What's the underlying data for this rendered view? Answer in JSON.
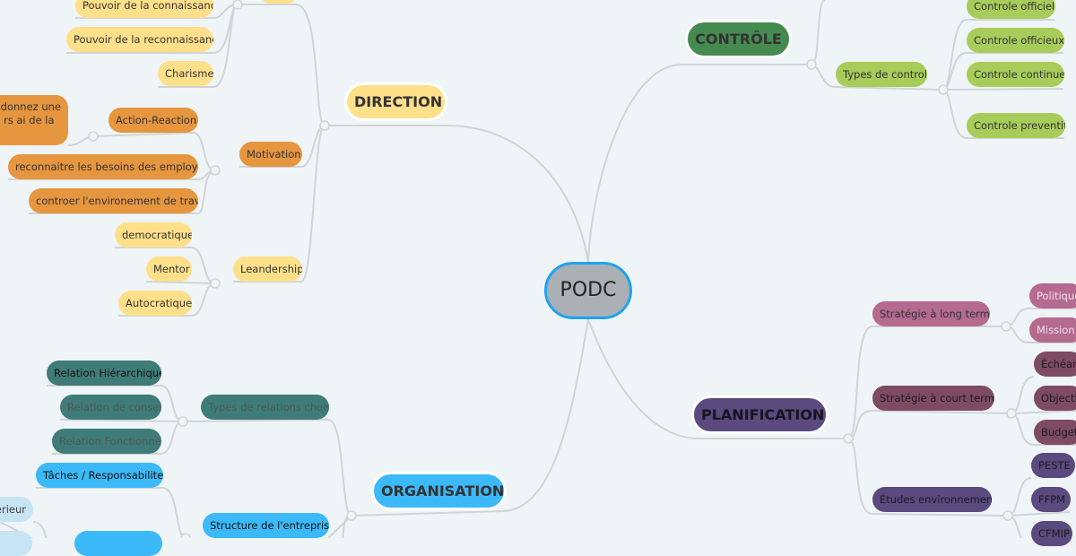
{
  "root": "PODC",
  "direction": {
    "title": "DIRECTION",
    "pouvoir": [
      "Pouvoir de la connaissance",
      "Pouvoir de la reconnaissance",
      "Charisme"
    ],
    "motivation": {
      "label": "Motivation",
      "items": [
        "Action-Reaction",
        "reconnaitre les besoins des employers",
        "controer l'environement de travail"
      ],
      "partial_note": [
        "u donnez une",
        "rs ai de la"
      ]
    },
    "leadership": {
      "label": "Leandership",
      "items": [
        "democratique",
        "Mentor",
        "Autocratique"
      ]
    }
  },
  "controle": {
    "title": "CONTRÔLE",
    "types": {
      "label": "Types de control",
      "items": [
        "Controle officiel",
        "Controle officieux",
        "Controle continue",
        "Controle preventif"
      ]
    }
  },
  "planification": {
    "title": "PLANIFICATION",
    "long": {
      "label": "Stratégie à long terme",
      "items": [
        "Politique",
        "Mission"
      ]
    },
    "court": {
      "label": "Stratégie à court terme",
      "items": [
        "Échéan",
        "Objecti",
        "Budget"
      ]
    },
    "etudes": {
      "label": "Études environnement",
      "items": [
        "PESTE",
        "FFPM",
        "CFMIP"
      ]
    }
  },
  "organisation": {
    "title": "ORGANISATION",
    "relations": {
      "label": "Types de relations choisi",
      "items": [
        "Relation Hiérarchique",
        "Relation de conseil",
        "Relation Fonctionnel"
      ]
    },
    "taches": "Tâches / Responsabiliter",
    "structure": {
      "label": "Structure de l'entreprise",
      "sub": "erieur"
    }
  },
  "colors": {
    "direction": "#ffe08a",
    "motivation": "#e6963f",
    "controle": "#458b50",
    "types_control": "#a7cc5a",
    "planification": "#5a4a7e",
    "organisation": "#3cb9f8",
    "relations": "#3f7c77",
    "root_border": "#1fa3f0"
  }
}
